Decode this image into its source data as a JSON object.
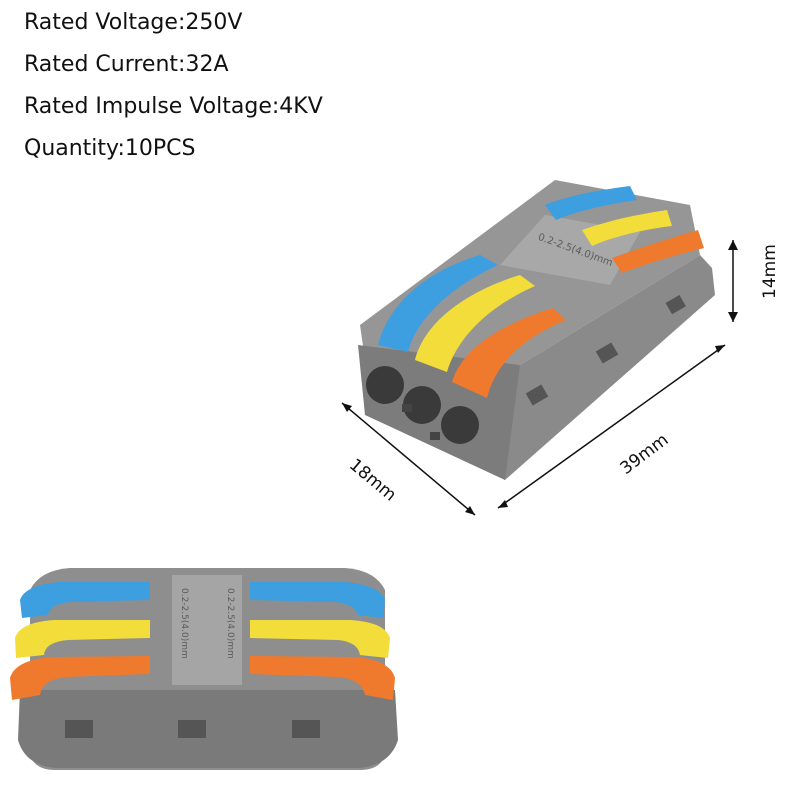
{
  "specs": [
    {
      "label": "Rated Voltage",
      "value": "250V"
    },
    {
      "label": "Rated Current",
      "value": "32A"
    },
    {
      "label": "Rated Impulse Voltage",
      "value": "4KV"
    },
    {
      "label": "Quantity",
      "value": "10PCS"
    }
  ],
  "dimensions": {
    "width": "18mm",
    "length": "39mm",
    "height": "14mm"
  },
  "body_mark": "0.2-2.5(4.0)mm",
  "colors": {
    "housing": "#8e8e8e",
    "housing_dark": "#6f6f6f",
    "lever_blue": "#3d9ee0",
    "lever_yellow": "#f2dd3a",
    "lever_orange": "#ef7a2d"
  }
}
